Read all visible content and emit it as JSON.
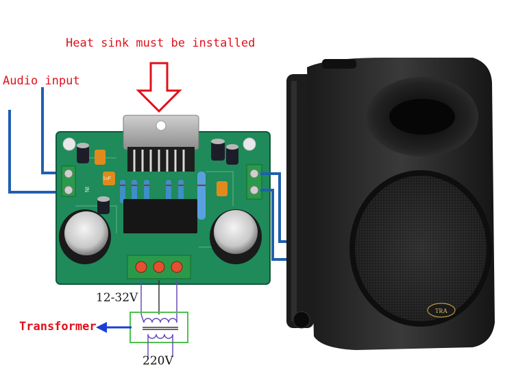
{
  "labels": {
    "heat_sink": "Heat sink must be installed",
    "audio_input": "Audio input",
    "voltage": "12-32V",
    "transformer": "Transformer",
    "mains": "220V"
  },
  "board": {
    "input_marking": "IN",
    "cap_marking": "1uF",
    "speaker_logo": "TRA"
  },
  "colors": {
    "label_red": "#e0101a",
    "wire_blue": "#1f5fb0",
    "pcb_green": "#1f8a5a",
    "arrow_blue": "#1a3fd6",
    "transformer_box": "#4fbf4f"
  }
}
